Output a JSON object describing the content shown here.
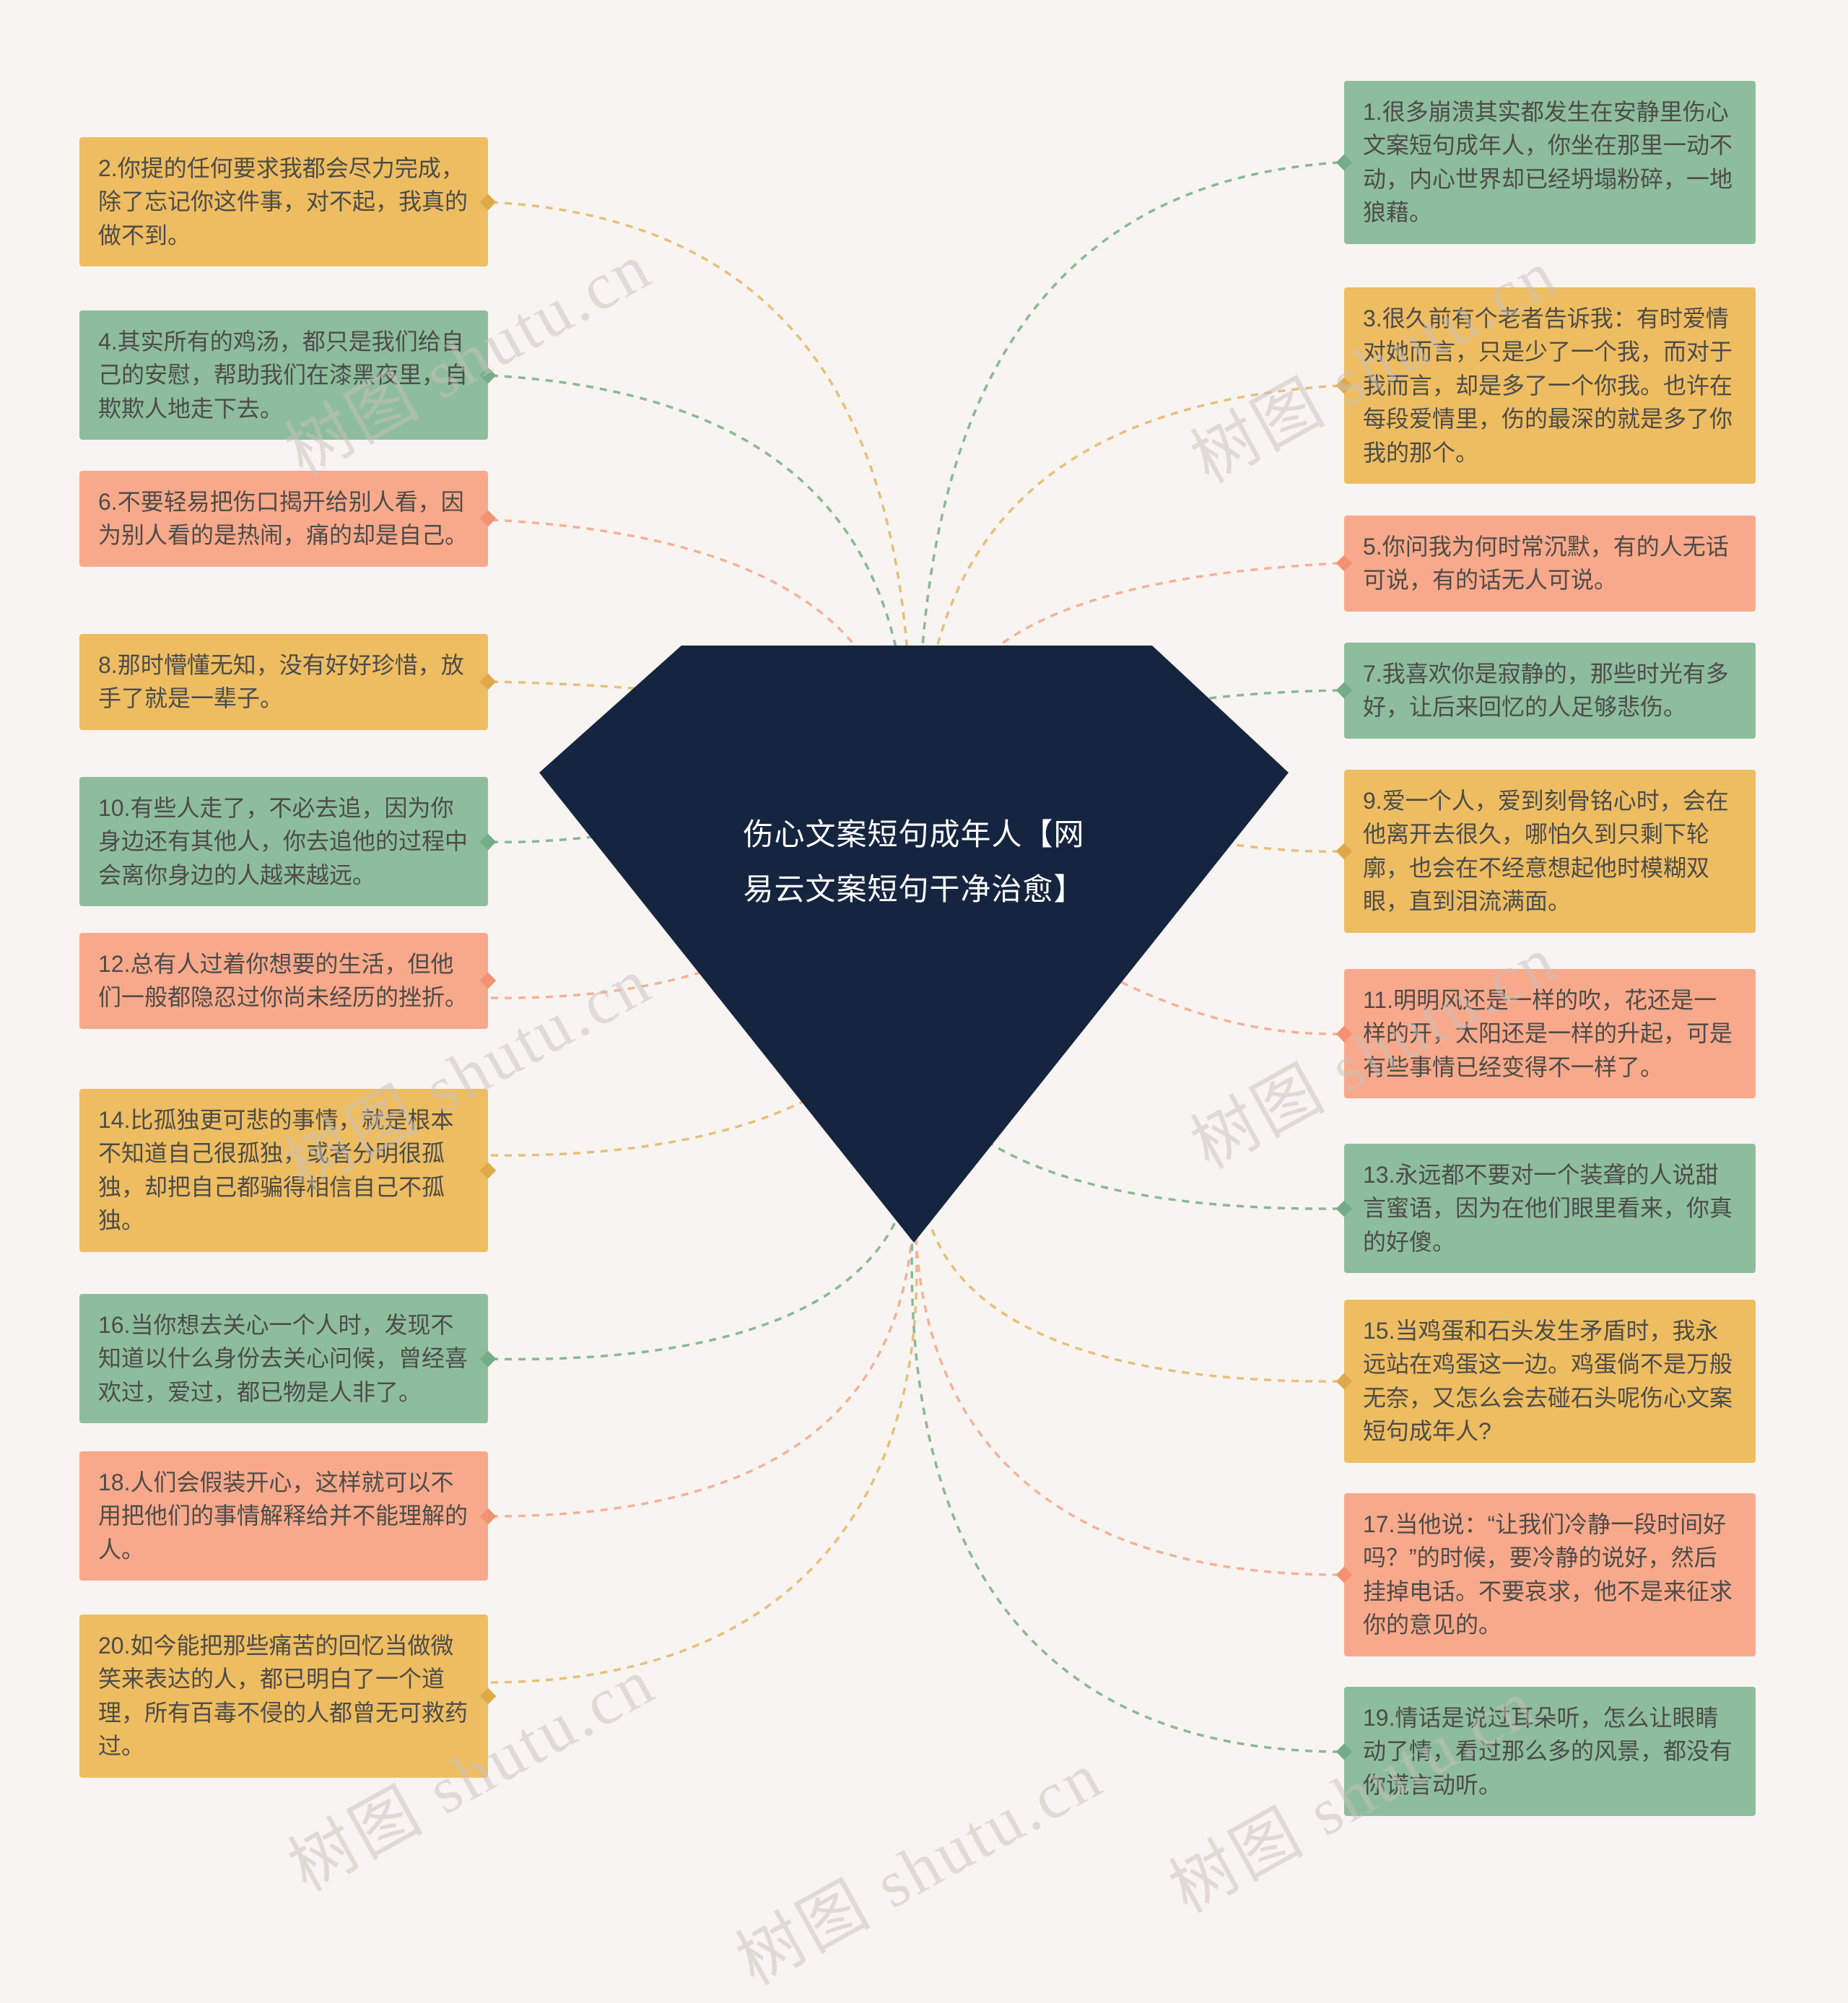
{
  "page": {
    "background": "#F8F4F1",
    "colors": {
      "green": "#8EBD9D",
      "yellow": "#EEBD62",
      "salmon": "#F9A98B",
      "diamond": "#15243F",
      "text": "#4C4C49"
    }
  },
  "center": {
    "title": "伤心文案短句成年人【网易云文案短句干净治愈】"
  },
  "watermark": {
    "text": "树图 shutu.cn"
  },
  "nodes": [
    {
      "id": 1,
      "side": "right",
      "color": "green",
      "text": "1.很多崩溃其实都发生在安静里伤心文案短句成年人，你坐在那里一动不动，内心世界却已经坍塌粉碎，一地狼藉。"
    },
    {
      "id": 2,
      "side": "left",
      "color": "yellow",
      "text": "2.你提的任何要求我都会尽力完成，除了忘记你这件事，对不起，我真的做不到。"
    },
    {
      "id": 3,
      "side": "right",
      "color": "yellow",
      "text": "3.很久前有个老者告诉我：有时爱情对她而言，只是少了一个我，而对于我而言，却是多了一个你我。也许在每段爱情里，伤的最深的就是多了你我的那个。"
    },
    {
      "id": 4,
      "side": "left",
      "color": "green",
      "text": "4.其实所有的鸡汤，都只是我们给自己的安慰，帮助我们在漆黑夜里，自欺欺人地走下去。"
    },
    {
      "id": 5,
      "side": "right",
      "color": "salmon",
      "text": "5.你问我为何时常沉默，有的人无话可说，有的话无人可说。"
    },
    {
      "id": 6,
      "side": "left",
      "color": "salmon",
      "text": "6.不要轻易把伤口揭开给别人看，因为别人看的是热闹，痛的却是自己。"
    },
    {
      "id": 7,
      "side": "right",
      "color": "green",
      "text": "7.我喜欢你是寂静的，那些时光有多好，让后来回忆的人足够悲伤。"
    },
    {
      "id": 8,
      "side": "left",
      "color": "yellow",
      "text": "8.那时懵懂无知，没有好好珍惜，放手了就是一辈子。"
    },
    {
      "id": 9,
      "side": "right",
      "color": "yellow",
      "text": "9.爱一个人，爱到刻骨铭心时，会在他离开去很久，哪怕久到只剩下轮廓，也会在不经意想起他时模糊双眼，直到泪流满面。"
    },
    {
      "id": 10,
      "side": "left",
      "color": "green",
      "text": "10.有些人走了，不必去追，因为你身边还有其他人，你去追他的过程中会离你身边的人越来越远。"
    },
    {
      "id": 11,
      "side": "right",
      "color": "salmon",
      "text": "11.明明风还是一样的吹，花还是一样的开，太阳还是一样的升起，可是有些事情已经变得不一样了。"
    },
    {
      "id": 12,
      "side": "left",
      "color": "salmon",
      "text": "12.总有人过着你想要的生活，但他们一般都隐忍过你尚未经历的挫折。"
    },
    {
      "id": 13,
      "side": "right",
      "color": "green",
      "text": "13.永远都不要对一个装聋的人说甜言蜜语，因为在他们眼里看来，你真的好傻。"
    },
    {
      "id": 14,
      "side": "left",
      "color": "yellow",
      "text": "14.比孤独更可悲的事情，就是根本不知道自己很孤独，或者分明很孤独，却把自己都骗得相信自己不孤独。"
    },
    {
      "id": 15,
      "side": "right",
      "color": "yellow",
      "text": "15.当鸡蛋和石头发生矛盾时，我永远站在鸡蛋这一边。鸡蛋倘不是万般无奈，又怎么会去碰石头呢伤心文案短句成年人?"
    },
    {
      "id": 16,
      "side": "left",
      "color": "green",
      "text": "16.当你想去关心一个人时，发现不知道以什么身份去关心问候，曾经喜欢过，爱过，都已物是人非了。"
    },
    {
      "id": 17,
      "side": "right",
      "color": "salmon",
      "text": "17.当他说：“让我们冷静一段时间好吗？”的时候，要冷静的说好，然后挂掉电话。不要哀求，他不是来征求你的意见的。"
    },
    {
      "id": 18,
      "side": "left",
      "color": "salmon",
      "text": "18.人们会假装开心，这样就可以不用把他们的事情解释给并不能理解的人。"
    },
    {
      "id": 19,
      "side": "right",
      "color": "green",
      "text": "19.情话是说过耳朵听，怎么让眼睛动了情，看过那么多的风景，都没有你谎言动听。"
    },
    {
      "id": 20,
      "side": "left",
      "color": "yellow",
      "text": "20.如今能把那些痛苦的回忆当做微笑来表达的人，都已明白了一个道理，所有百毒不侵的人都曾无可救药过。"
    }
  ]
}
